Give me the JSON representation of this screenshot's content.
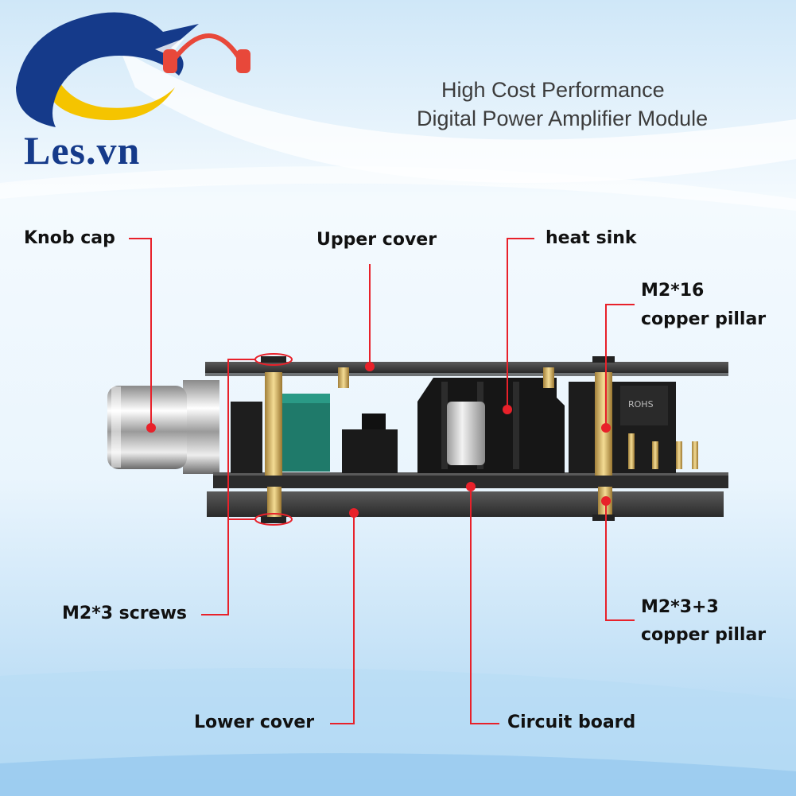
{
  "brand": {
    "name": "Les.vn",
    "colors": {
      "blue": "#153a8a",
      "yellow": "#f5c400",
      "headphone": "#e8483a"
    }
  },
  "header": {
    "line1": "High Cost Performance",
    "line2": "Digital Power Amplifier Module"
  },
  "labels": {
    "knob_cap": "Knob cap",
    "upper_cover": "Upper cover",
    "heat_sink": "heat sink",
    "m2_16_line1": "M2*16",
    "m2_16_line2": "copper pillar",
    "m2_3_screws": "M2*3 screws",
    "m2_3_3_line1": "M2*3+3",
    "m2_3_3_line2": "copper pillar",
    "lower_cover": "Lower cover",
    "circuit_board": "Circuit board"
  },
  "component_marking": "ROHS",
  "accent_color": "#e8212a"
}
